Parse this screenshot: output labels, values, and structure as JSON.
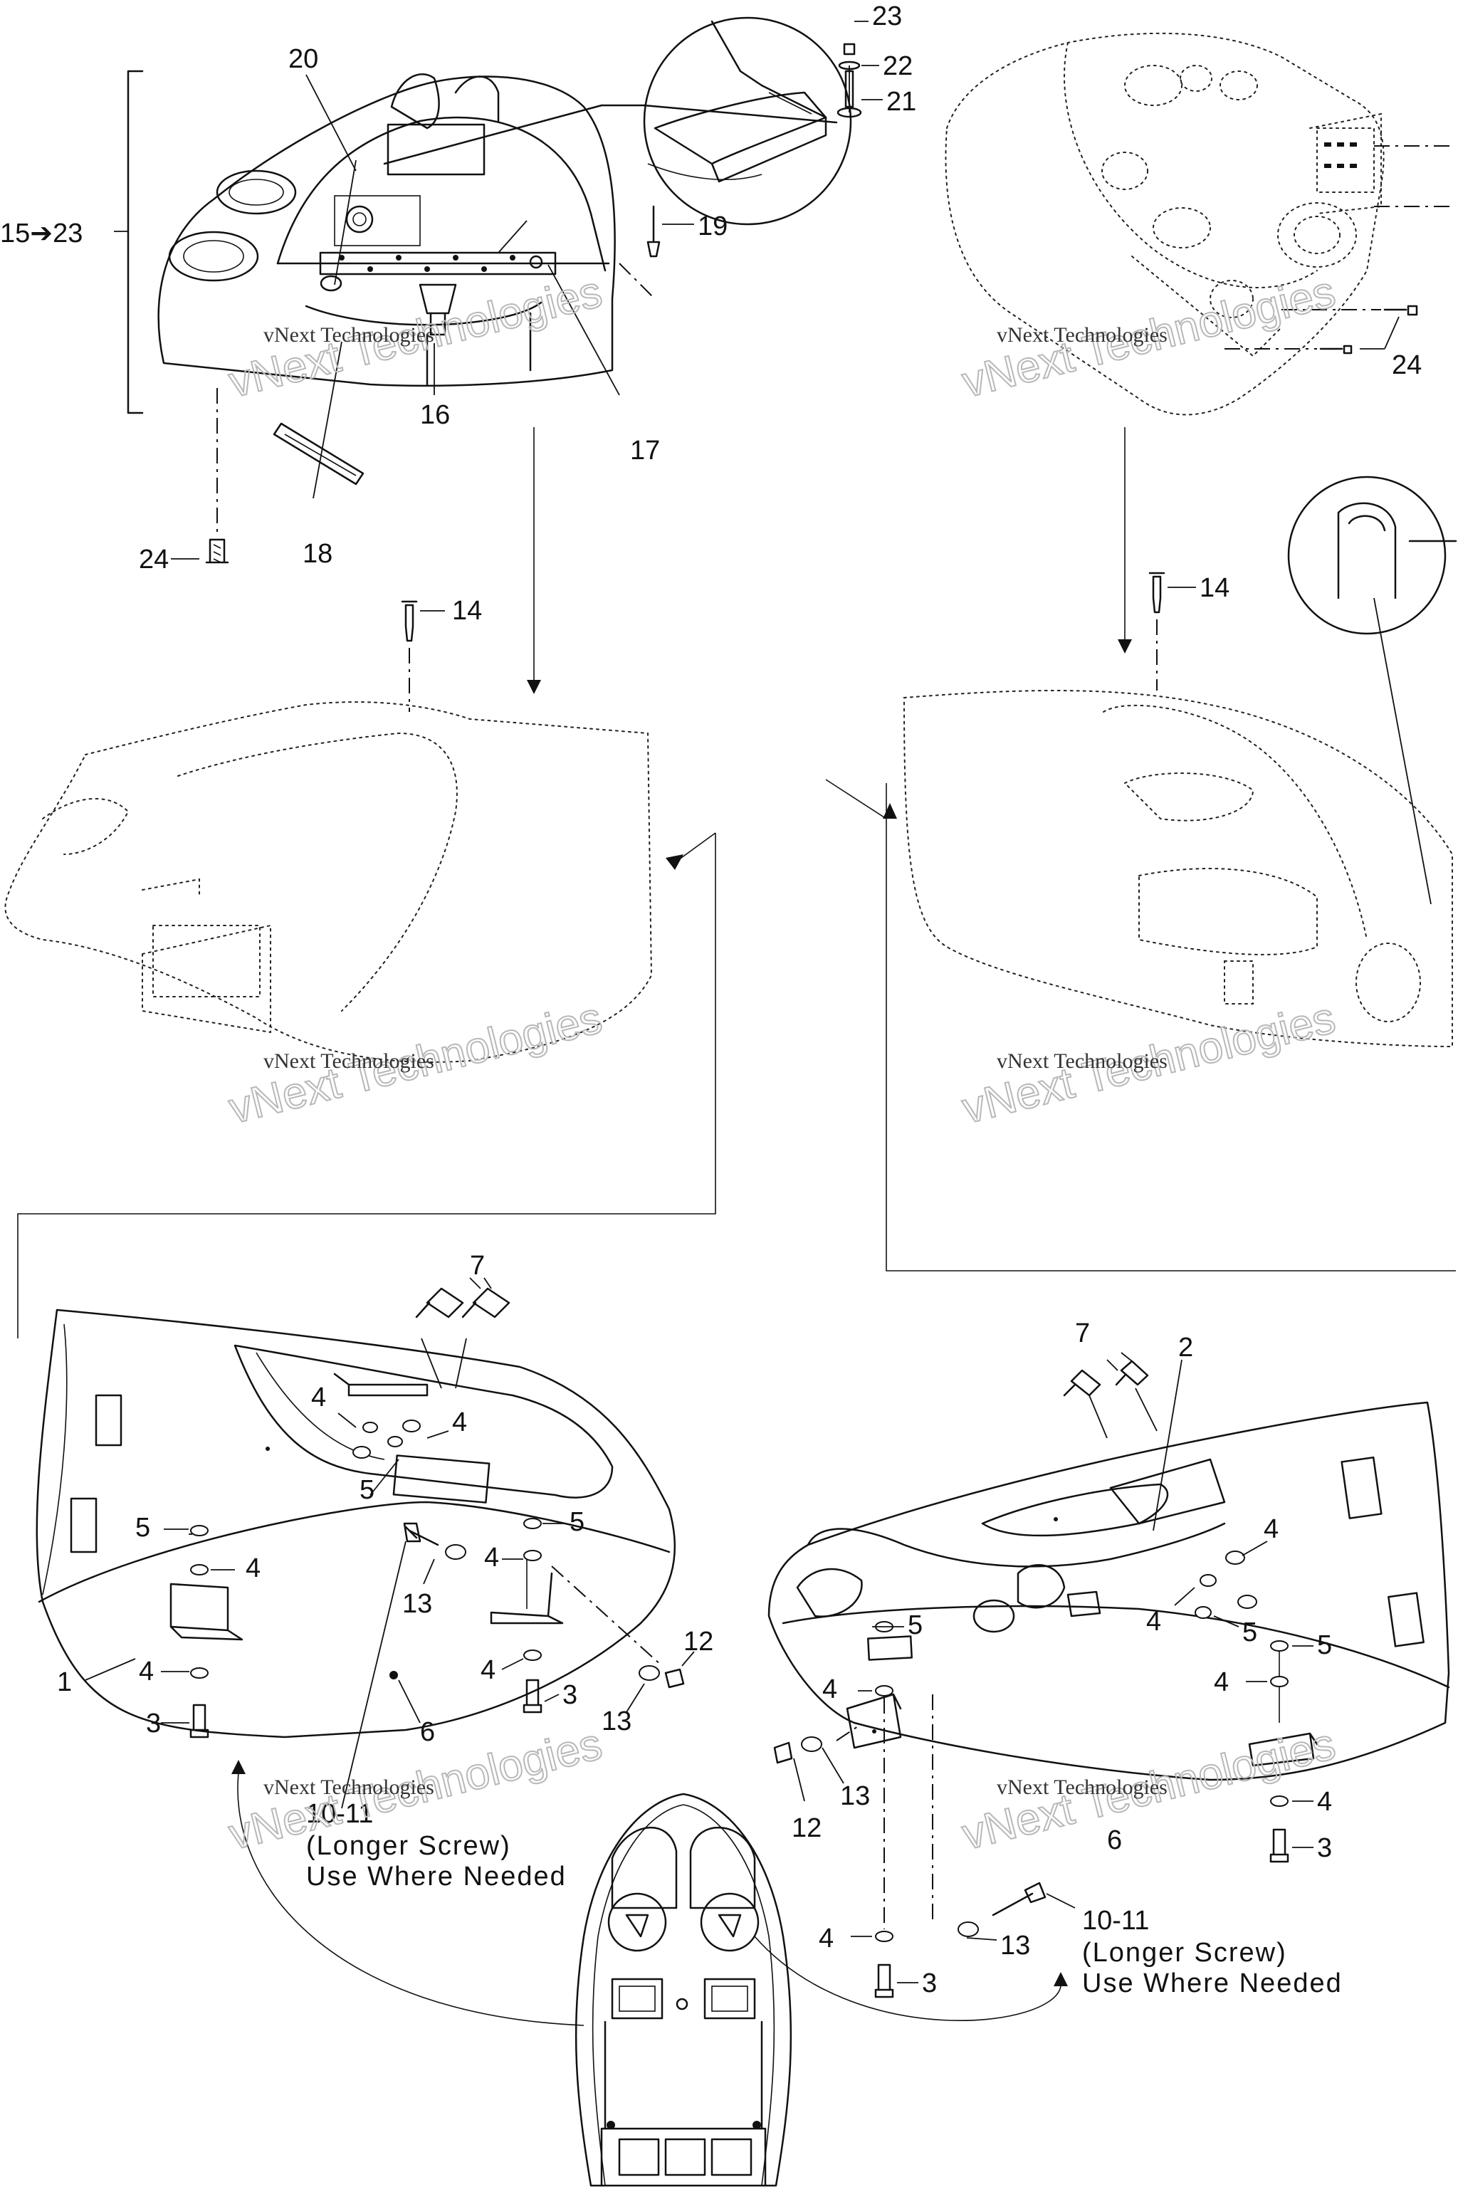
{
  "callouts": {
    "c15_23": "15➔23",
    "c20": "20",
    "c23": "23",
    "c22": "22",
    "c21": "21",
    "c19": "19",
    "c16": "16",
    "c17": "17",
    "c18": "18",
    "c24a": "24",
    "c24b": "24",
    "c14a": "14",
    "c14b": "14",
    "c7a": "7",
    "c7b": "7",
    "c2": "2",
    "c4a": "4",
    "c4b": "4",
    "c4c": "4",
    "c4d": "4",
    "c4e": "4",
    "c4f": "4",
    "c4g": "4",
    "c4h": "4",
    "c4i": "4",
    "c4j": "4",
    "c4k": "4",
    "c4l": "4",
    "c5a": "5",
    "c5b": "5",
    "c5c": "5",
    "c5d": "5",
    "c5e": "5",
    "c5f": "5",
    "c1": "1",
    "c3a": "3",
    "c3b": "3",
    "c3c": "3",
    "c3d": "3",
    "c6a": "6",
    "c6b": "6",
    "c12a": "12",
    "c12b": "12",
    "c13a": "13",
    "c13b": "13",
    "c13c": "13",
    "c13d": "13",
    "c1011a": "10-11",
    "c1011b": "10-11"
  },
  "notes": {
    "left": {
      "line1": "(Longer Screw)",
      "line2": "Use Where Needed"
    },
    "right": {
      "line1": "(Longer Screw)",
      "line2": "Use Where Needed"
    }
  },
  "watermark": {
    "line1": "vNext Technologies",
    "line2": "vNext Technologies"
  }
}
